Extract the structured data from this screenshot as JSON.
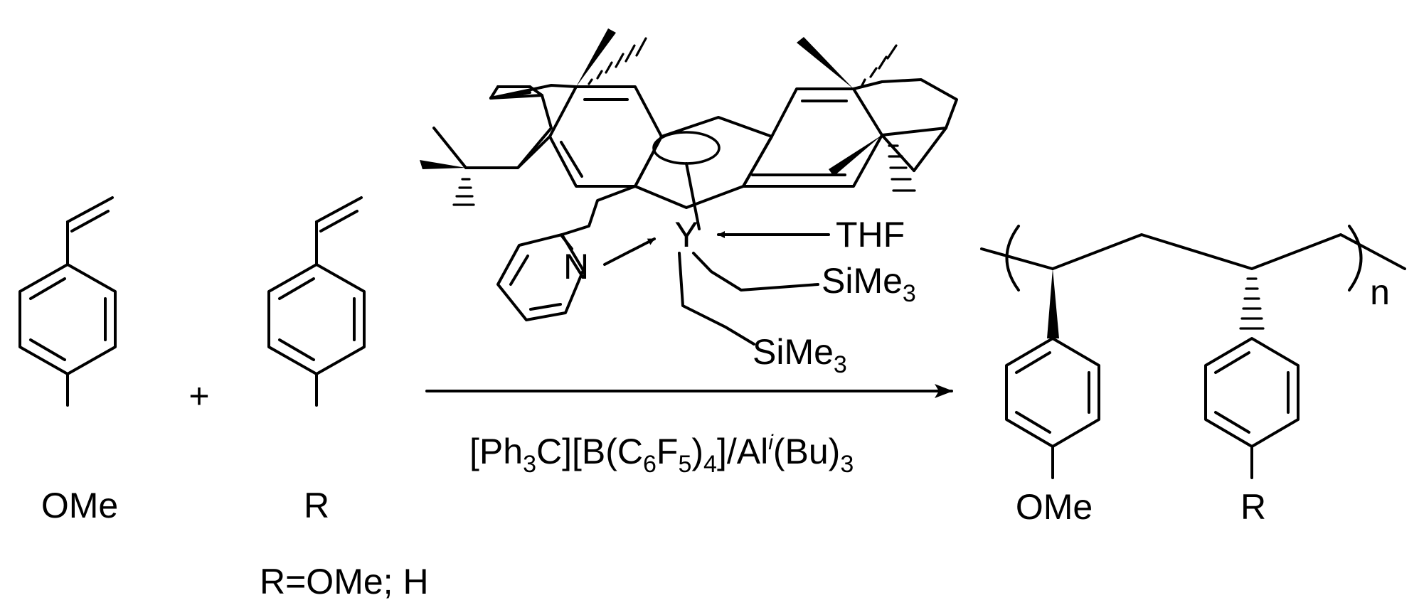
{
  "reactant_1": {
    "substituent": "OMe"
  },
  "plus_sign": "+",
  "reactant_2": {
    "substituent": "R",
    "note": "R=OMe; H"
  },
  "catalyst": {
    "metal": "Y",
    "donor_nitrogen": "N",
    "ligand_thf": "THF",
    "alkyl_1": {
      "text": "SiMe",
      "subscript": "3"
    },
    "alkyl_2": {
      "text": "SiMe",
      "subscript": "3"
    }
  },
  "conditions": {
    "segments": [
      {
        "text": "[Ph",
        "style": "normal"
      },
      {
        "text": "3",
        "style": "sub"
      },
      {
        "text": "C][B(C",
        "style": "normal"
      },
      {
        "text": "6",
        "style": "sub"
      },
      {
        "text": "F",
        "style": "normal"
      },
      {
        "text": "5",
        "style": "sub"
      },
      {
        "text": ")",
        "style": "normal"
      },
      {
        "text": "4",
        "style": "sub"
      },
      {
        "text": "]/Al",
        "style": "normal"
      },
      {
        "text": "i",
        "style": "sup"
      },
      {
        "text": "(Bu)",
        "style": "normal"
      },
      {
        "text": "3",
        "style": "sub"
      }
    ]
  },
  "product": {
    "substituent_1": "OMe",
    "substituent_2": "R",
    "repeat_index": "n"
  }
}
